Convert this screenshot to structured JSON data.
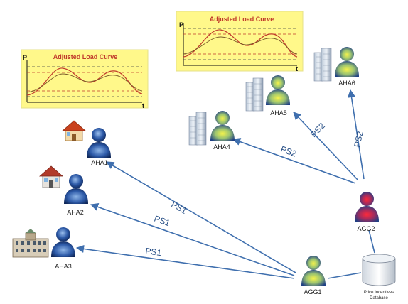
{
  "curve_panels": [
    {
      "title": "Adjusted Load Curve",
      "y_axis": "P",
      "x_axis": "t"
    },
    {
      "title": "Adjusted Load Curve",
      "y_axis": "P",
      "x_axis": "t"
    }
  ],
  "nodes": {
    "aha1": "AHA1",
    "aha2": "AHA2",
    "aha3": "AHA3",
    "aha4": "AHA4",
    "aha5": "AHA5",
    "aha6": "AHA6",
    "agg1": "AGG1",
    "agg2": "AGG2"
  },
  "database": {
    "line1": "Price Incentives",
    "line2": "Database"
  },
  "links": {
    "ps1_a": "PS1",
    "ps1_b": "PS1",
    "ps1_c": "PS1",
    "ps2_a": "PS2",
    "ps2_b": "PS2",
    "ps2_c": "PS2"
  },
  "colors": {
    "panel_fill": "#fff88a",
    "arrow": "#3f6fae",
    "user_blue": "#1d3f8a",
    "user_yellow": "#e8e84a",
    "user_red": "#d8203a"
  }
}
